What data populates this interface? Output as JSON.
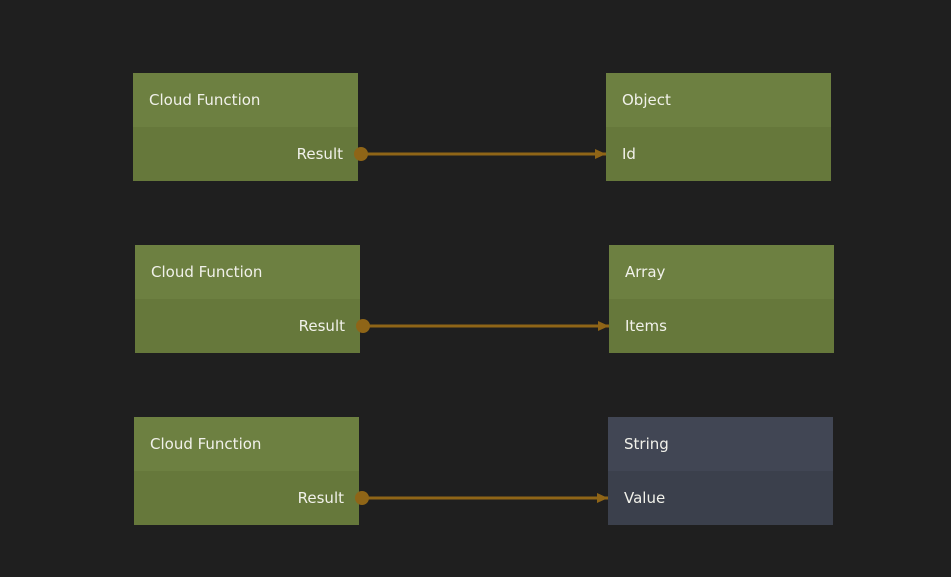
{
  "app": {
    "view": "node-graph-editor"
  },
  "theme": {
    "background": "#1f1f1f",
    "wire_color": "#8f6517",
    "green_node_header": "#6d8041",
    "green_node_body": "#66783b",
    "slate_node_header": "#414654",
    "slate_node_body": "#3b404c",
    "text_color": "#f1f1ea"
  },
  "nodes": [
    {
      "title": "Cloud Function",
      "port": "Result",
      "port_direction": "output",
      "color": "green"
    },
    {
      "title": "Object",
      "port": "Id",
      "port_direction": "input",
      "color": "green"
    },
    {
      "title": "Cloud Function",
      "port": "Result",
      "port_direction": "output",
      "color": "green"
    },
    {
      "title": "Array",
      "port": "Items",
      "port_direction": "input",
      "color": "green"
    },
    {
      "title": "Cloud Function",
      "port": "Result",
      "port_direction": "output",
      "color": "green"
    },
    {
      "title": "String",
      "port": "Value",
      "port_direction": "input",
      "color": "slate"
    }
  ],
  "connections": [
    {
      "from_node": "Cloud Function",
      "from_port": "Result",
      "to_node": "Object",
      "to_port": "Id"
    },
    {
      "from_node": "Cloud Function",
      "from_port": "Result",
      "to_node": "Array",
      "to_port": "Items"
    },
    {
      "from_node": "Cloud Function",
      "from_port": "Result",
      "to_node": "String",
      "to_port": "Value"
    }
  ]
}
